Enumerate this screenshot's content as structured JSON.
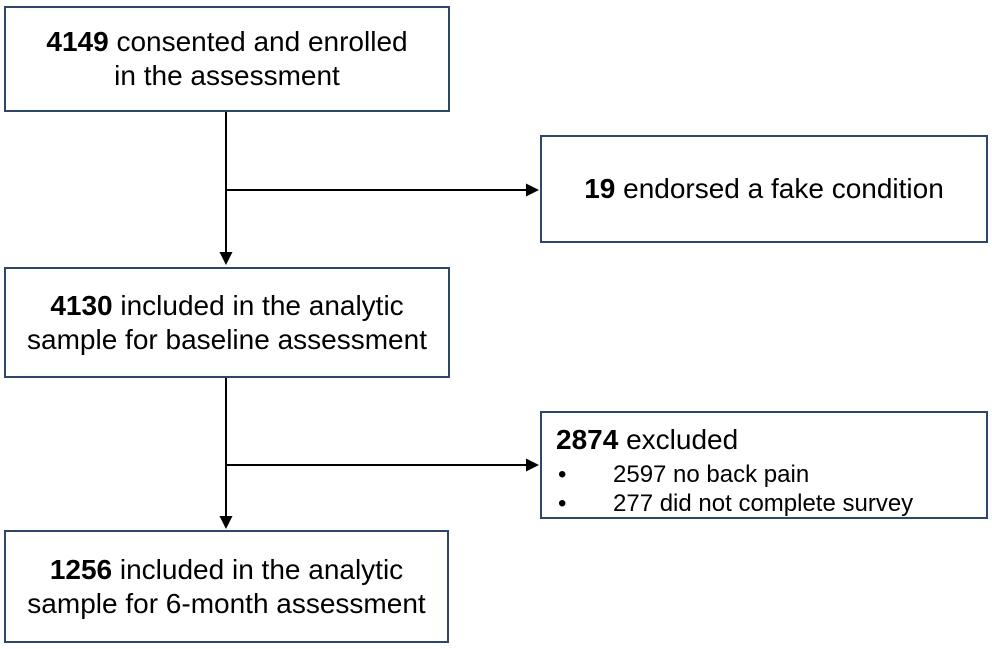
{
  "colors": {
    "box_border": "#2f4569",
    "arrow": "#000000",
    "text": "#000000",
    "background": "#ffffff"
  },
  "boxes": {
    "enrolled": {
      "number": "4149",
      "line1_rest": " consented and enrolled",
      "line2": "in the assessment"
    },
    "fake_condition": {
      "number": "19",
      "line1_rest": " endorsed a fake condition"
    },
    "baseline": {
      "number": "4130",
      "line1_rest": " included in the analytic",
      "line2": "sample for baseline assessment"
    },
    "excluded": {
      "number": "2874",
      "heading_rest": " excluded",
      "bullet_char": "•",
      "bullets": [
        "2597 no back pain",
        "277 did not complete survey"
      ]
    },
    "six_month": {
      "number": "1256",
      "line1_rest": " included in the analytic",
      "line2": "sample for 6-month assessment"
    }
  }
}
